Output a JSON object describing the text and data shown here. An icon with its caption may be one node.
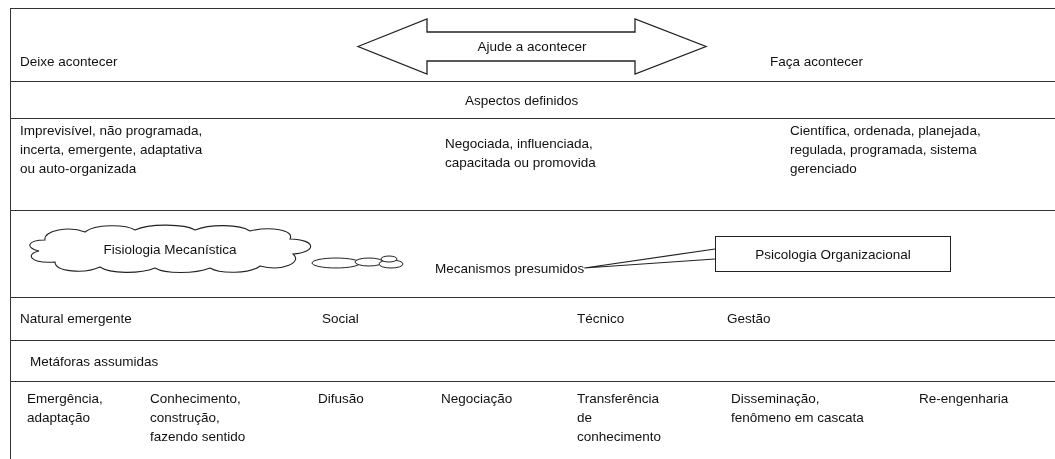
{
  "diagram": {
    "nodes": [
      {
        "text": [
          "Ajude a acontecer"
        ]
      },
      {
        "text": [
          "Fisiologia Mecanística"
        ]
      },
      {
        "text": [
          "Mecanismos presumidos"
        ]
      },
      {
        "text": [
          "Psicologia Organizacional"
        ]
      }
    ],
    "edges": [
      {
        "from": 3,
        "to": 2,
        "arrow": "none"
      }
    ],
    "labels": [
      "Deixe acontecer",
      "Faça acontecer",
      "Aspectos definidos",
      "Imprevisível, não programada, incerta, emergente, adaptativa ou auto-organizada",
      "Negociada, influenciada, capacitada ou promovida",
      "Científica, ordenada, planejada, regulada, programada, sistema gerenciado",
      "Natural emergente",
      "Social",
      "Técnico",
      "Gestão",
      "Metáforas assumidas",
      "Emergência, adaptação",
      "Conhecimento, construção, fazendo sentido",
      "Difusão",
      "Negociação",
      "Transferência de conhecimento",
      "Disseminação, fenômeno em cascata",
      "Re-engenharia"
    ]
  }
}
